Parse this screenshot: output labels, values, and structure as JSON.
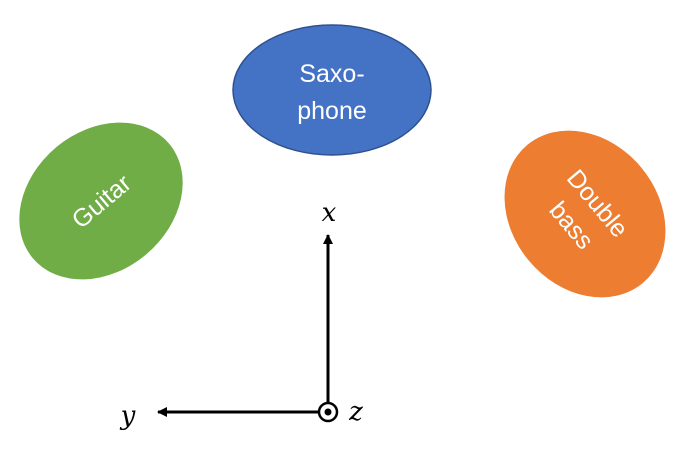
{
  "colors": {
    "saxophone": "#4472C4",
    "saxophone_stroke": "#2F528F",
    "guitar": "#70AD47",
    "double_bass": "#ED7D31",
    "label_text": "#FFFFFF",
    "axis": "#000000"
  },
  "instruments": {
    "saxophone": {
      "line1": "Saxo-",
      "line2": "phone"
    },
    "guitar": {
      "label": "Guitar"
    },
    "double_bass": {
      "line1": "Double",
      "line2": "bass"
    }
  },
  "axes": {
    "x": "x",
    "y": "y",
    "z": "z"
  }
}
